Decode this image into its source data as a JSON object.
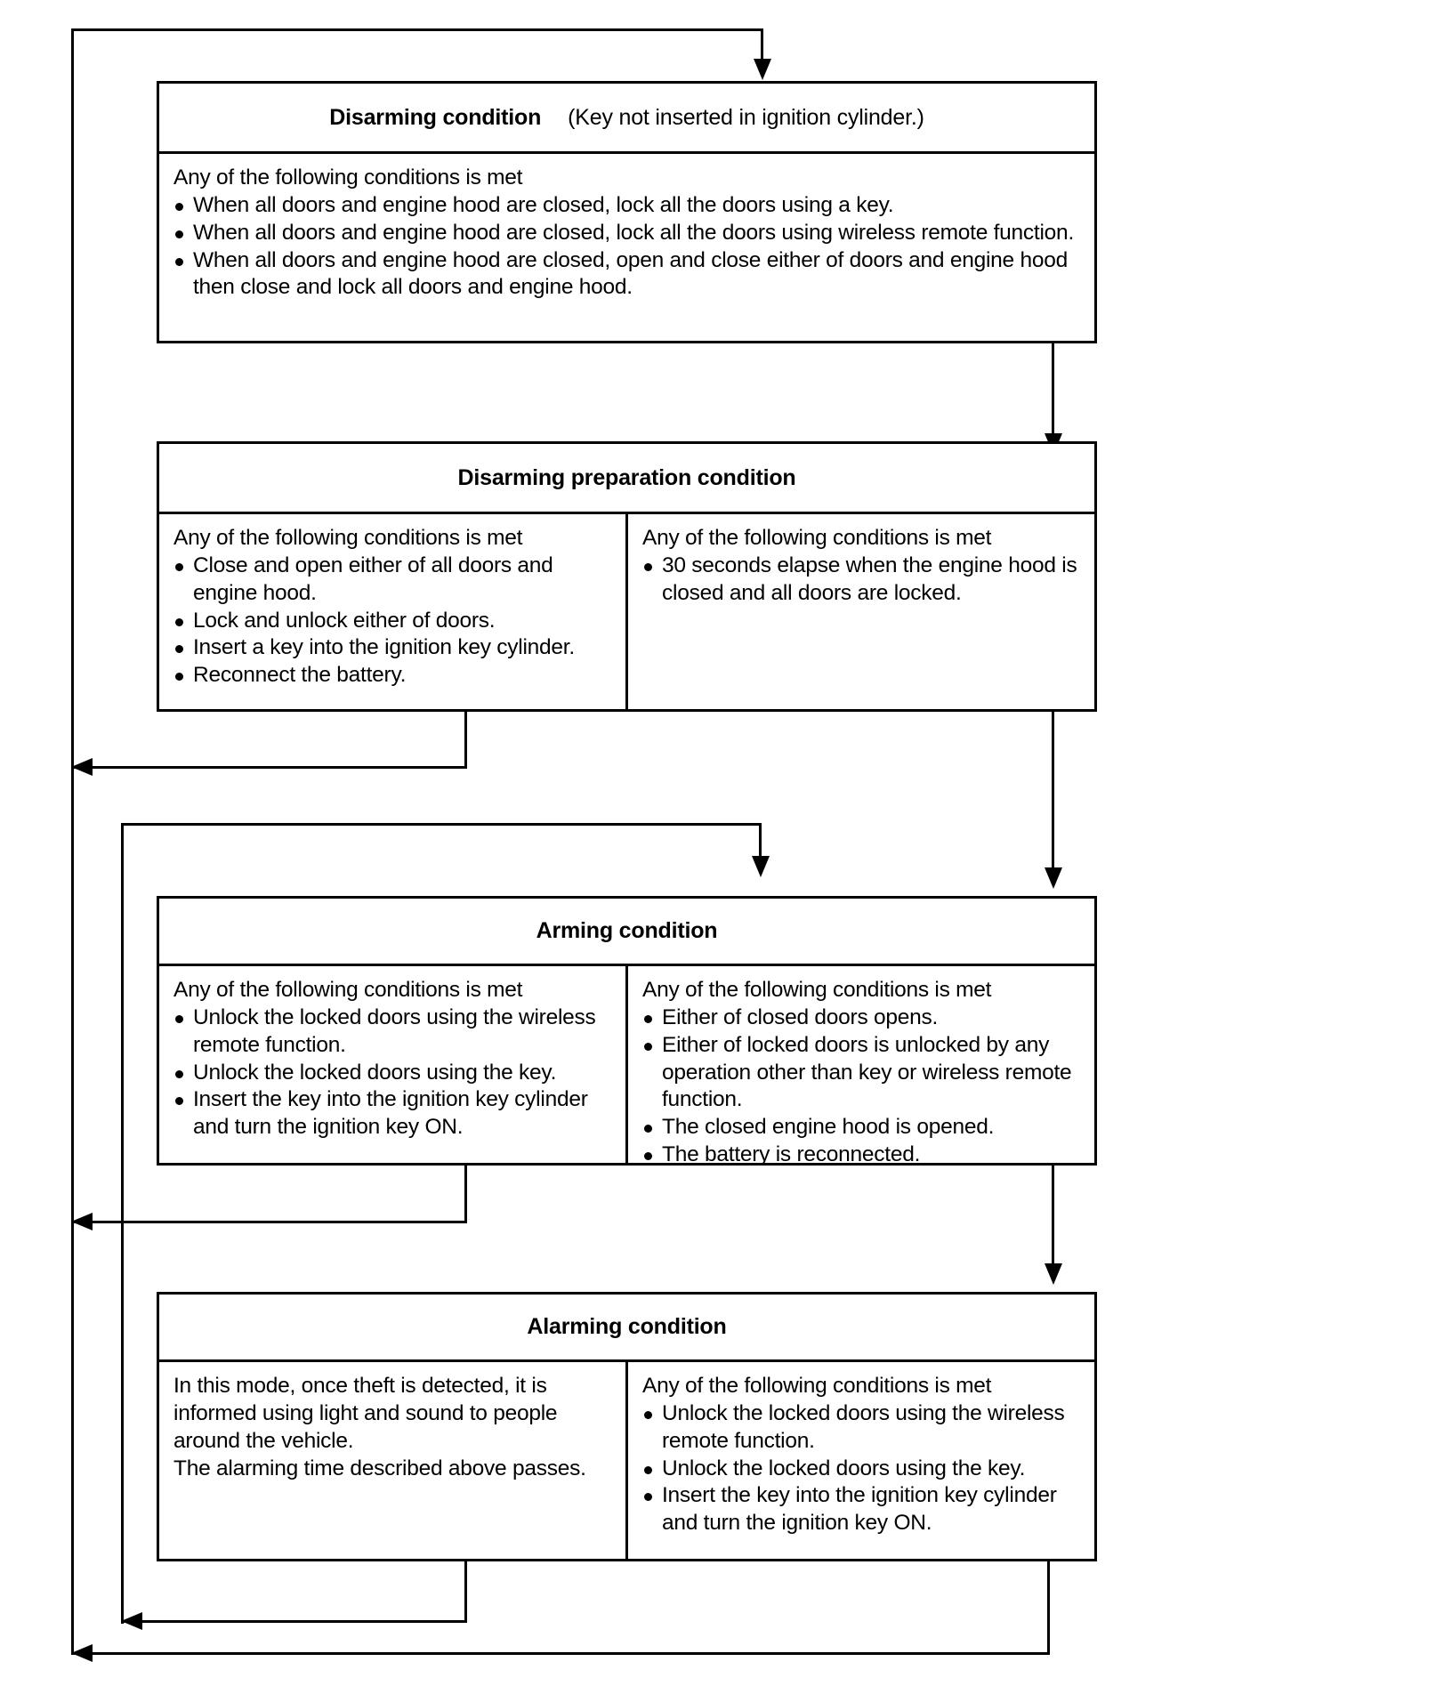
{
  "diagram": {
    "title": "Vehicle anti-theft system state transition flow",
    "nodes": [
      {
        "id": "disarming",
        "header_main": "Disarming condition",
        "header_note": "(Key not inserted in ignition cylinder.)",
        "columns": [
          {
            "lead": "Any of the following conditions is met",
            "bullets": [
              "When all doors and engine hood are closed, lock all the doors using a key.",
              "When all doors and engine hood are closed, lock all the doors using wireless remote function.",
              "When all doors and engine hood are closed, open and close either of doors and engine hood then close and lock all doors and engine hood."
            ]
          }
        ]
      },
      {
        "id": "disarming-preparation",
        "header_main": "Disarming preparation condition",
        "header_note": "",
        "columns": [
          {
            "lead": "Any of the following conditions is met",
            "bullets": [
              "Close and open either of all doors and engine hood.",
              "Lock and unlock either of doors.",
              "Insert a key into the ignition key cylinder.",
              "Reconnect the battery."
            ]
          },
          {
            "lead": "Any of the following conditions is met",
            "bullets": [
              "30 seconds elapse when the engine hood is closed and all doors are locked."
            ]
          }
        ]
      },
      {
        "id": "arming",
        "header_main": "Arming condition",
        "header_note": "",
        "columns": [
          {
            "lead": "Any of the following conditions is met",
            "bullets": [
              "Unlock the locked doors using the wireless remote function.",
              "Unlock the locked doors using the key.",
              "Insert the key into the ignition key cylinder and turn the ignition key ON."
            ]
          },
          {
            "lead": "Any of the following conditions is met",
            "bullets": [
              "Either of closed doors opens.",
              "Either of locked doors is unlocked by any operation other than key or wireless remote function.",
              "The closed engine hood is opened.",
              "The battery is reconnected."
            ]
          }
        ]
      },
      {
        "id": "alarming",
        "header_main": "Alarming condition",
        "header_note": "",
        "columns": [
          {
            "lead": "",
            "paragraphs": [
              "In this mode, once theft is detected, it is informed using light and sound to people around the vehicle.",
              "The alarming time described above passes."
            ],
            "bullets": []
          },
          {
            "lead": "Any of the following conditions is met",
            "bullets": [
              "Unlock the locked doors using the wireless remote function.",
              "Unlock the locked doors using the key.",
              "Insert the key into the ignition key cylinder and turn the ignition key ON."
            ]
          }
        ]
      }
    ],
    "colors": {
      "stroke": "#000000",
      "background": "#ffffff"
    }
  }
}
